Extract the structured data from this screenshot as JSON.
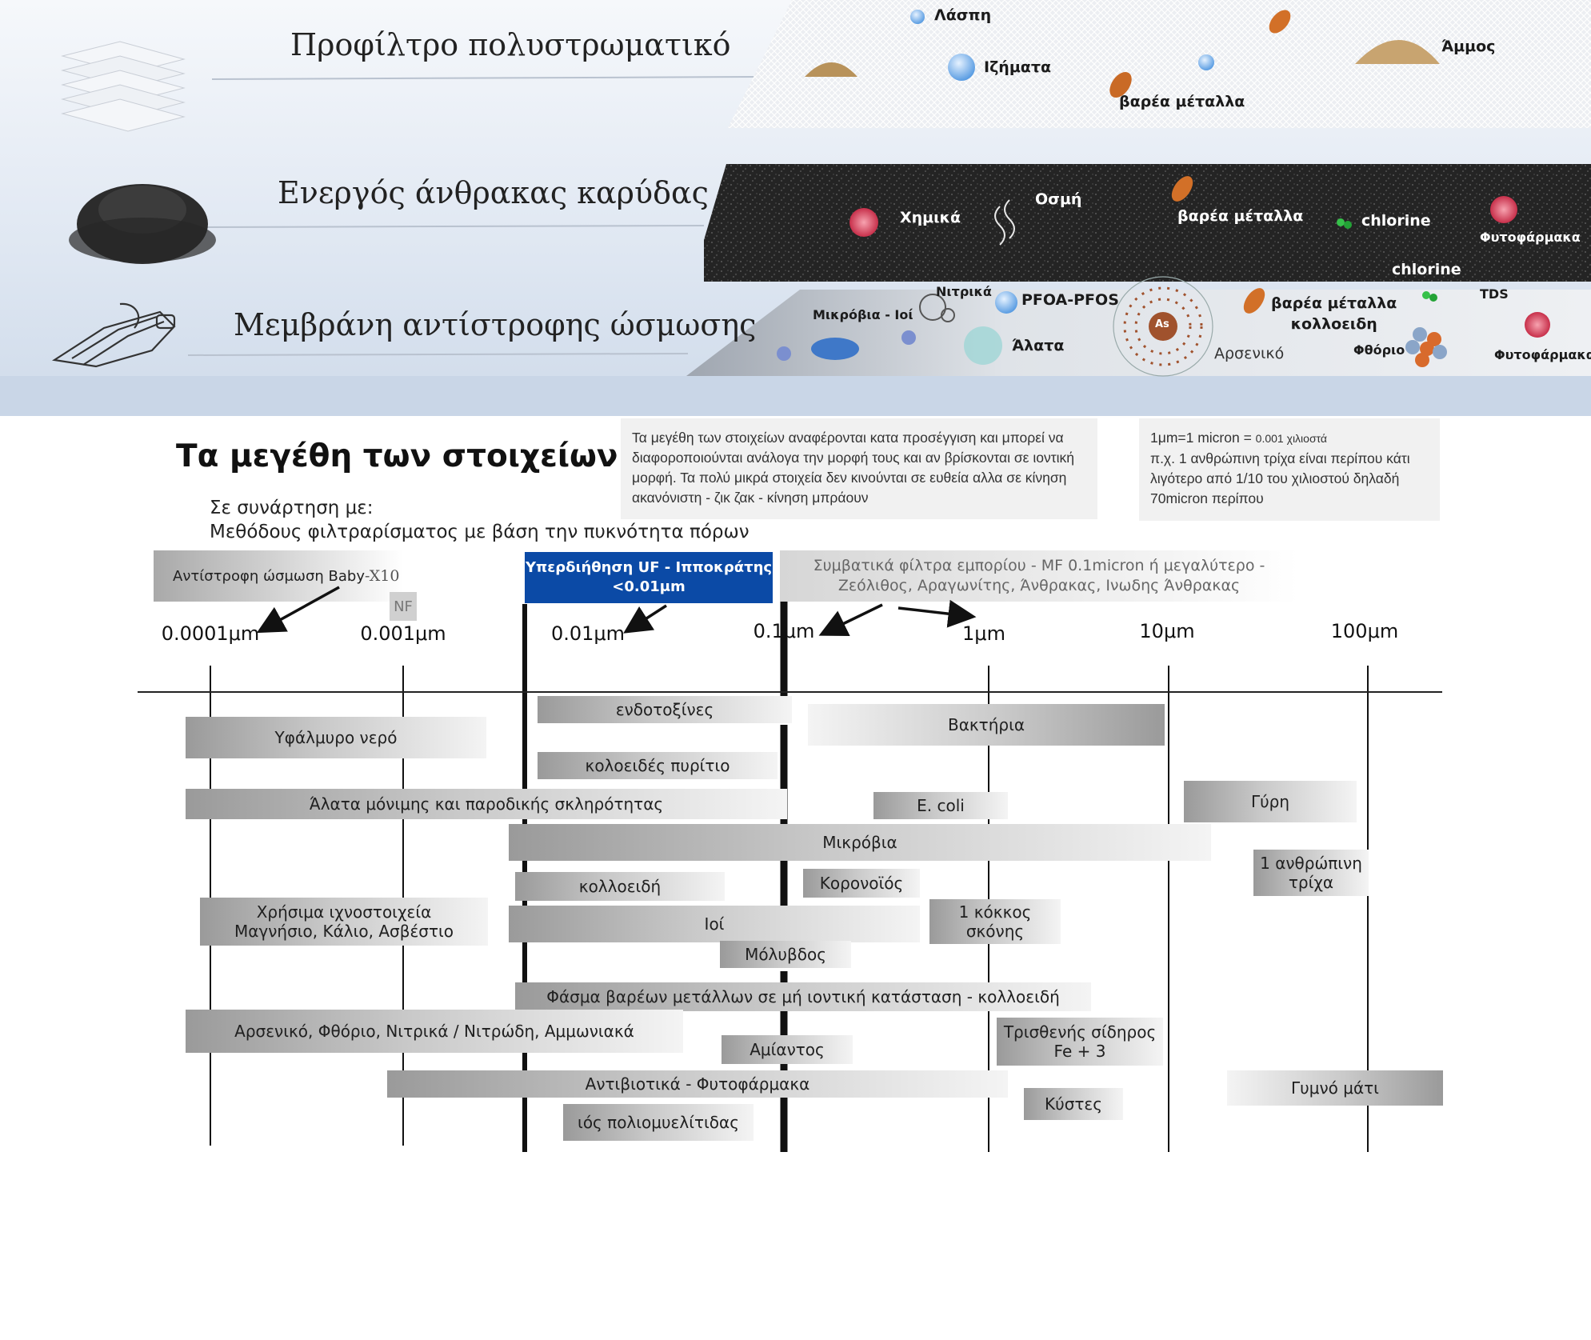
{
  "layers": {
    "prefilter_label": "Προφίλτρο πολυστρωματικό",
    "carbon_label": "Ενεργός άνθρακας καρύδας",
    "ro_label": "Μεμβράνη αντίστροφης ώσμωσης",
    "prefilter_tags": [
      "Λάσπη",
      "Ιζήματα",
      "βαρέα μέταλλα",
      "Άμμος"
    ],
    "carbon_tags": [
      "Χημικά",
      "Οσμή",
      "βαρέα μέταλλα",
      "chlorine",
      "Φυτοφάρμακα"
    ],
    "ro_tags": [
      "chlorine",
      "TDS",
      "Νιτρικά",
      "PFOA-PFOS",
      "Μικρόβια - Ιοί",
      "Άλατα",
      "βαρέα μέταλλα\nκολλοειδη",
      "Αρσενικό",
      "Φθόριο",
      "Φυτοφάρμακα"
    ],
    "arsenic_symbol": "As"
  },
  "sizes": {
    "heading": "Τα μεγέθη των στοιχείων",
    "sub1": "Σε συνάρτηση με:",
    "sub2": "Μεθόδους φιλτραρίσματος με βάση την πυκνότητα πόρων",
    "note1": "Τα μεγέθη των στοιχείων αναφέρονται κατα προσέγγιση και μπορεί να διαφοροποιούνται ανάλογα την μορφή τους και αν βρίσκονται σε ιοντική μορφή. Τα πολύ μικρά στοιχεία δεν κινούνται σε ευθεία αλλα σε κίνηση ακανόνιστη - ζικ ζακ - κίνηση μπράουν",
    "note2_a": "1μm=1 micron = ",
    "note2_b": "0.001 χιλιοστά",
    "note2_c": "π.χ. 1 ανθρώπινη τρίχα είναι περίπου κάτι λιγότερο από 1/10 του χιλιοστού δηλαδή 70micron περίπου"
  },
  "methods": {
    "ro": "Αντίστροφη ώσμωση Baby",
    "ro_suffix": "-X10",
    "nf": "NF",
    "uf": "Υπερδιήθηση UF - Ιπποκράτης\n<0.01μm",
    "mf": "Συμβατικά φίλτρα εμπορίου - MF 0.1micron ή μεγαλύτερο -\nΖεόλιθος, Αραγωνίτης, Άνθρακας, Ινωδης Άνθρακας"
  },
  "axis": {
    "ticks": [
      "0.0001μm",
      "0.001μm",
      "0.01μm",
      "0.1μm",
      "1μm",
      "10μm",
      "100μm"
    ]
  },
  "items": [
    {
      "label": "ενδοτοξίνες"
    },
    {
      "label": "Βακτήρια"
    },
    {
      "label": "Υφάλμυρο νερό"
    },
    {
      "label": "κολοειδές πυρίτιο"
    },
    {
      "label": "Άλατα  μόνιμης και παροδικής σκληρότητας"
    },
    {
      "label": "E. coli"
    },
    {
      "label": "Γύρη"
    },
    {
      "label": "Μικρόβια"
    },
    {
      "label": "1 ανθρώπινη\nτρίχα"
    },
    {
      "label": "κολλοειδή"
    },
    {
      "label": "Κορονοϊός"
    },
    {
      "label": "Χρήσιμα ιχνοστοιχεία\nΜαγνήσιο, Κάλιο, Ασβέστιο"
    },
    {
      "label": "Ιοί"
    },
    {
      "label": "1 κόκκος σκόνης"
    },
    {
      "label": "Μόλυβδος"
    },
    {
      "label": "Φάσμα βαρέων μετάλλων σε μή ιοντική κατάσταση - κολλοειδή"
    },
    {
      "label": "Αρσενικό, Φθόριο, Νιτρικά / Νιτρώδη, Αμμωνιακά"
    },
    {
      "label": "Αμίαντος"
    },
    {
      "label": "Τρισθενής σίδηρος\nFe + 3"
    },
    {
      "label": "Αντιβιοτικά - Φυτοφάρμακα"
    },
    {
      "label": "Κύστες"
    },
    {
      "label": "Γυμνό μάτι"
    },
    {
      "label": "ιός πολιομυελίτιδας"
    }
  ],
  "colors": {
    "uf_blue": "#0b4aa6",
    "bar_dark": "#9a9a9a",
    "bar_light": "#f4f4f4",
    "carbon": "#262626",
    "sky": "#dfe8f4"
  }
}
